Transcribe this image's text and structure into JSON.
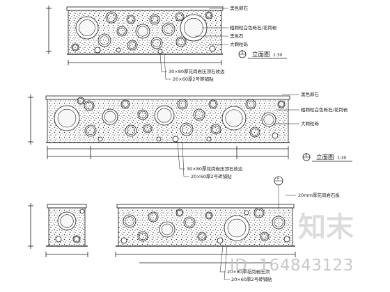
{
  "elevation_top": {
    "title": "立面图",
    "scale": "1:30",
    "section_mark": "1",
    "callouts": [
      "黑色卵石",
      "粗颗粒白色砾石/花岗岩",
      "黑色石",
      "大颗粒砾"
    ],
    "notes": [
      "30×80厚花岗岩压顶石收边",
      "20×60厚2号砖铺贴"
    ]
  },
  "elevation_middle": {
    "title": "立面图",
    "scale": "1:30",
    "section_mark": "2",
    "callouts": [
      "黑色卵石",
      "粗颗粒白色砾石/花岗岩",
      "大颗粒砾"
    ],
    "notes": [
      "30×80厚花岗岩压顶石收边",
      "20×60厚2号砖铺贴"
    ]
  },
  "elevation_bottom": {
    "section_mark": "F",
    "callouts": [
      "20mm厚花岗岩石板"
    ],
    "notes": [
      "20×80厚花岗岩压顶",
      "20×60厚2号砖铺贴"
    ]
  },
  "watermark": {
    "brand": "知末",
    "id_text": "ID: 164843123"
  }
}
